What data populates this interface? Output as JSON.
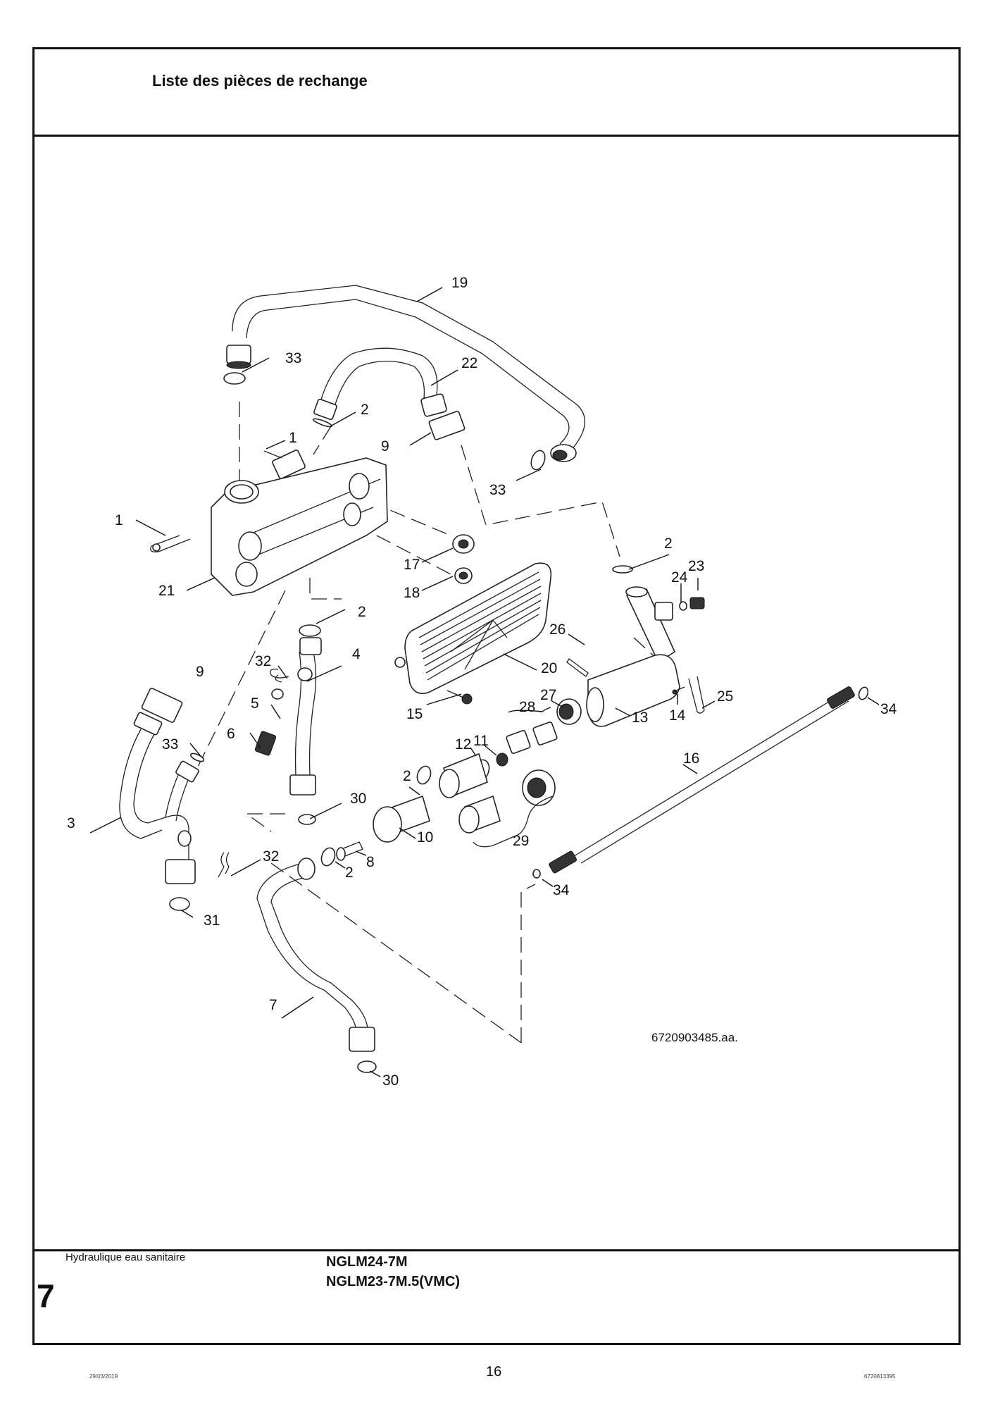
{
  "header": {
    "title": "Liste des pièces de rechange"
  },
  "footer": {
    "section_name": "Hydraulique eau sanitaire",
    "chapter_number": "7",
    "models": [
      "NGLM24-7M",
      "NGLM23-7M.5(VMC)"
    ],
    "date": "29/03/2019",
    "page_number": "16",
    "document_number": "6720813395"
  },
  "diagram": {
    "drawing_reference": "6720903485.aa.",
    "callouts": [
      {
        "id": "c19",
        "label": "19",
        "part": "hose-upper-long"
      },
      {
        "id": "c33a",
        "label": "33",
        "part": "o-ring"
      },
      {
        "id": "c22",
        "label": "22",
        "part": "hose-upper-short"
      },
      {
        "id": "c2a",
        "label": "2",
        "part": "o-ring"
      },
      {
        "id": "c1a",
        "label": "1",
        "part": "clip"
      },
      {
        "id": "c9a",
        "label": "9",
        "part": "clip-bracket"
      },
      {
        "id": "c33b",
        "label": "33",
        "part": "o-ring"
      },
      {
        "id": "c1b",
        "label": "1",
        "part": "clip"
      },
      {
        "id": "c21",
        "label": "21",
        "part": "hydraulic-block"
      },
      {
        "id": "c17",
        "label": "17",
        "part": "seal"
      },
      {
        "id": "c18",
        "label": "18",
        "part": "seal"
      },
      {
        "id": "c2b",
        "label": "2",
        "part": "o-ring"
      },
      {
        "id": "c23",
        "label": "23",
        "part": "fitting"
      },
      {
        "id": "c24",
        "label": "24",
        "part": "washer"
      },
      {
        "id": "c2c",
        "label": "2",
        "part": "o-ring"
      },
      {
        "id": "c4",
        "label": "4",
        "part": "pipe-elbow"
      },
      {
        "id": "c9b",
        "label": "9",
        "part": "clip-bracket"
      },
      {
        "id": "c32a",
        "label": "32",
        "part": "spring-clip"
      },
      {
        "id": "c26",
        "label": "26",
        "part": "clip"
      },
      {
        "id": "c20",
        "label": "20",
        "part": "plate-heat-exchanger"
      },
      {
        "id": "c5",
        "label": "5",
        "part": "o-ring"
      },
      {
        "id": "c6",
        "label": "6",
        "part": "sensor"
      },
      {
        "id": "c15",
        "label": "15",
        "part": "screw"
      },
      {
        "id": "c27",
        "label": "27",
        "part": "nut"
      },
      {
        "id": "c28",
        "label": "28",
        "part": "sleeves"
      },
      {
        "id": "c13",
        "label": "13",
        "part": "flow-sensor-housing"
      },
      {
        "id": "c14",
        "label": "14",
        "part": "screw"
      },
      {
        "id": "c25",
        "label": "25",
        "part": "clip"
      },
      {
        "id": "c34a",
        "label": "34",
        "part": "washer"
      },
      {
        "id": "c33c",
        "label": "33",
        "part": "o-ring"
      },
      {
        "id": "c12",
        "label": "12",
        "part": "o-ring"
      },
      {
        "id": "c11",
        "label": "11",
        "part": "filter"
      },
      {
        "id": "c16",
        "label": "16",
        "part": "pipe-straight"
      },
      {
        "id": "c2d",
        "label": "2",
        "part": "o-ring"
      },
      {
        "id": "c30a",
        "label": "30",
        "part": "washer"
      },
      {
        "id": "c3",
        "label": "3",
        "part": "pipe-y"
      },
      {
        "id": "c10",
        "label": "10",
        "part": "valve-body"
      },
      {
        "id": "c29",
        "label": "29",
        "part": "connector-set"
      },
      {
        "id": "c32b",
        "label": "32",
        "part": "spring-clip"
      },
      {
        "id": "c8",
        "label": "8",
        "part": "filter-insert"
      },
      {
        "id": "c2e",
        "label": "2",
        "part": "o-ring"
      },
      {
        "id": "c34b",
        "label": "34",
        "part": "washer"
      },
      {
        "id": "c31",
        "label": "31",
        "part": "washer"
      },
      {
        "id": "c7",
        "label": "7",
        "part": "pipe-s-bend"
      },
      {
        "id": "c30b",
        "label": "30",
        "part": "washer"
      }
    ]
  }
}
